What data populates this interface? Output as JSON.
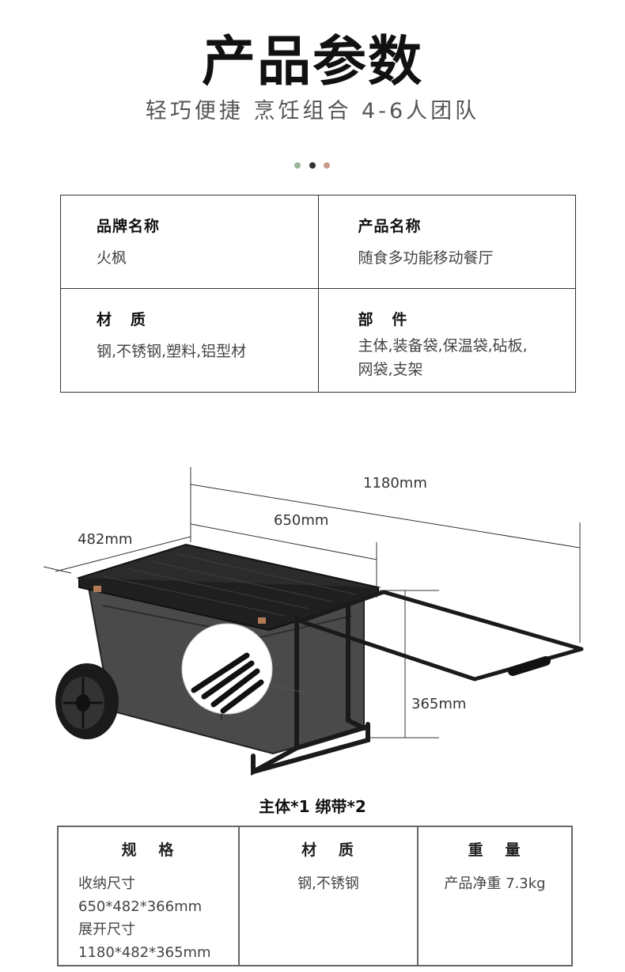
{
  "header": {
    "title": "产品参数",
    "subtitle": "轻巧便捷  烹饪组合  4-6人团队",
    "dot_colors": [
      "#9bb59b",
      "#333333",
      "#c99a88"
    ]
  },
  "info_table": {
    "brand_label": "品牌名称",
    "brand_value": "火枫",
    "product_label": "产品名称",
    "product_value": "随食多功能移动餐厅",
    "material_label": "材   质",
    "material_value": "钢,不锈钢,塑料,铝型材",
    "parts_label": "部   件",
    "parts_value_line1": "主体,装备袋,保温袋,砧板,",
    "parts_value_line2": "网袋,支架"
  },
  "diagram": {
    "dim_total_length": "1180mm",
    "dim_body_length": "650mm",
    "dim_width": "482mm",
    "dim_height": "365mm",
    "caption": "主体*1 绑带*2"
  },
  "spec_table": {
    "col1_header": "规   格",
    "col2_header": "材   质",
    "col3_header": "重   量",
    "folded_label": "收纳尺寸",
    "folded_value": "650*482*366mm",
    "unfolded_label": "展开尺寸",
    "unfolded_value": "1180*482*365mm",
    "material_value": "钢,不锈钢",
    "weight_value": "产品净重 7.3kg"
  }
}
